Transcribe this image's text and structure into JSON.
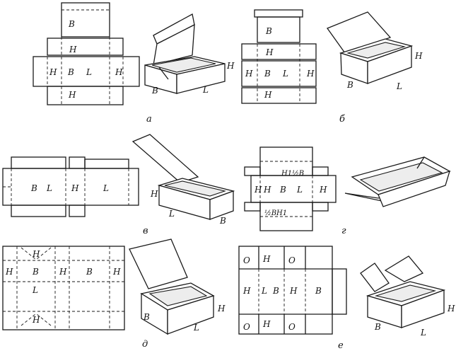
{
  "labels": {
    "H": "H",
    "B": "B",
    "L": "L",
    "O": "O",
    "half": "H1½B",
    "half_rev": "½BH1"
  },
  "captions": {
    "a": "а",
    "b": "б",
    "v": "в",
    "g": "г",
    "d": "д",
    "e": "е"
  }
}
